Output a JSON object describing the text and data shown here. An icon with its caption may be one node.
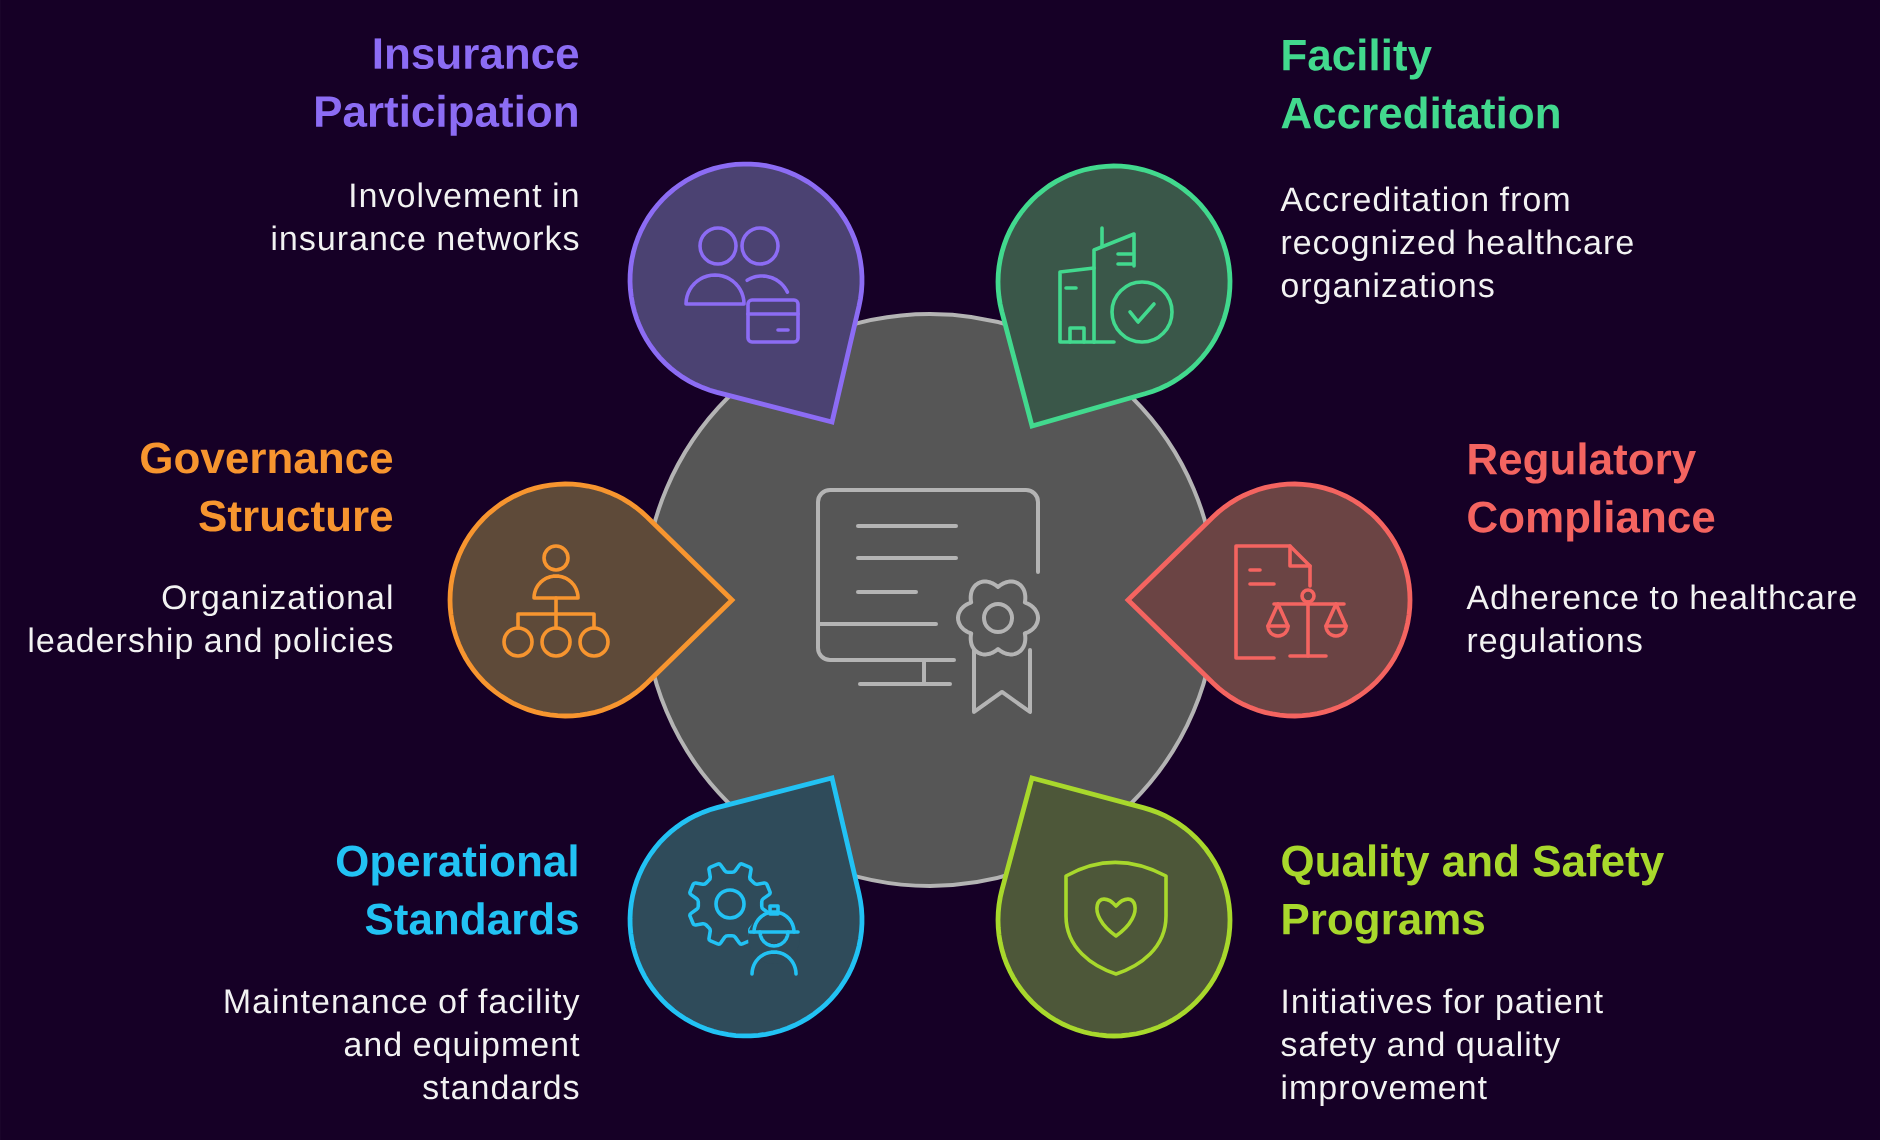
{
  "diagram": {
    "nodes": [
      {
        "text": [],
        "shape": "circle"
      },
      {
        "text": [
          "Insurance Participation",
          "Involvement in insurance networks"
        ]
      },
      {
        "text": [
          "Facility Accreditation",
          "Accreditation from recognized healthcare organizations"
        ]
      },
      {
        "text": [
          "Governance Structure",
          "Organizational leadership and policies"
        ]
      },
      {
        "text": [
          "Regulatory Compliance",
          "Adherence to healthcare regulations"
        ]
      },
      {
        "text": [
          "Operational Standards",
          "Maintenance of facility and equipment standards"
        ]
      },
      {
        "text": [
          "Quality and Safety Programs",
          "Initiatives for patient safety and quality improvement"
        ]
      }
    ]
  }
}
